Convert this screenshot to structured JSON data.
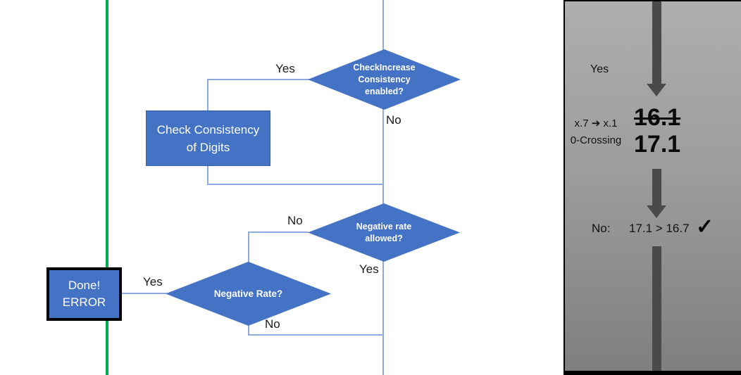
{
  "flowchart": {
    "decision_check_increase": {
      "line1": "CheckIncrease",
      "line2": "Consistency",
      "line3": "enabled?"
    },
    "process_check_consistency": {
      "line1": "Check Consistency",
      "line2": "of Digits"
    },
    "decision_negative_rate_allowed": {
      "line1": "Negative rate",
      "line2": "allowed?"
    },
    "decision_negative_rate": {
      "line1": "Negative Rate?"
    },
    "terminator_done_error": {
      "line1": "Done!",
      "line2": "ERROR"
    },
    "branch_labels": {
      "yes_top": "Yes",
      "no_top": "No",
      "no_mid": "No",
      "yes_mid": "Yes",
      "yes_bottom": "Yes",
      "no_bottom": "No"
    }
  },
  "side_panel": {
    "yes_label": "Yes",
    "rule": {
      "line1": "x.7 ➔ x.1",
      "line2": "0-Crossing"
    },
    "value_old": "16.1",
    "value_new": "17.1",
    "result": {
      "label": "No:",
      "comparison": "17.1 > 16.7",
      "check_icon": "✓"
    }
  },
  "colors": {
    "shape_fill": "#4472C4",
    "connector_line": "#8FAADC",
    "timeline_green": "#00B050",
    "panel_arrow": "#4A4A4A",
    "panel_gray_top": "#AEAEAE",
    "panel_gray_bottom": "#7F7F7F"
  }
}
